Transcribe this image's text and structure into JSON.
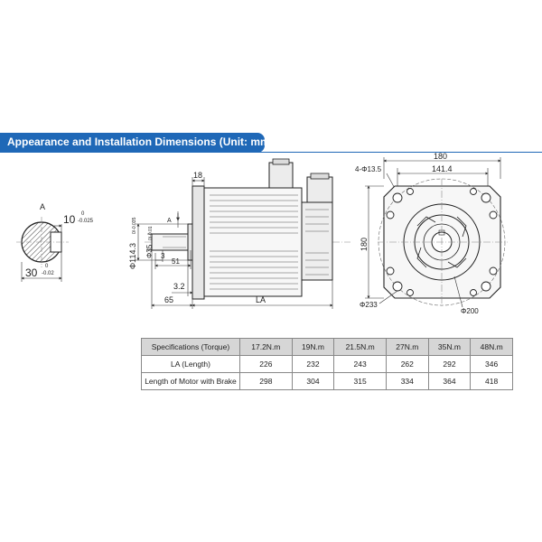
{
  "title": "Appearance and Installation Dimensions (Unit: mm)",
  "shaft_section": {
    "label": "A",
    "key_width": "10",
    "key_width_upper": "0",
    "key_width_lower": "-0.025",
    "key_depth": "30",
    "key_depth_upper": "0",
    "key_depth_lower": "-0.02"
  },
  "side_view": {
    "flange_thickness": "18",
    "pilot_diameter": "Φ114.3",
    "pilot_tol": "0/-0.035",
    "shaft_diameter": "Φ35",
    "shaft_tol": "0/-0.01",
    "section_mark": "A",
    "step": "3",
    "key_length": "51",
    "spigot_depth": "3.2",
    "shaft_length": "65",
    "body_length": "LA"
  },
  "front_view": {
    "bolt_holes": "4-Φ13.5",
    "flange_width": "180",
    "bolt_spacing": "141.4",
    "flange_height": "180",
    "bolt_circle": "Φ233",
    "spigot_circle": "Φ200"
  },
  "table": {
    "header_label": "Specifications (Torque)",
    "columns": [
      "17.2N.m",
      "19N.m",
      "21.5N.m",
      "27N.m",
      "35N.m",
      "48N.m"
    ],
    "rows": [
      {
        "label": "LA (Length)",
        "values": [
          "226",
          "232",
          "243",
          "262",
          "292",
          "346"
        ]
      },
      {
        "label": "Length of Motor with Brake",
        "values": [
          "298",
          "304",
          "315",
          "334",
          "364",
          "418"
        ]
      }
    ]
  }
}
